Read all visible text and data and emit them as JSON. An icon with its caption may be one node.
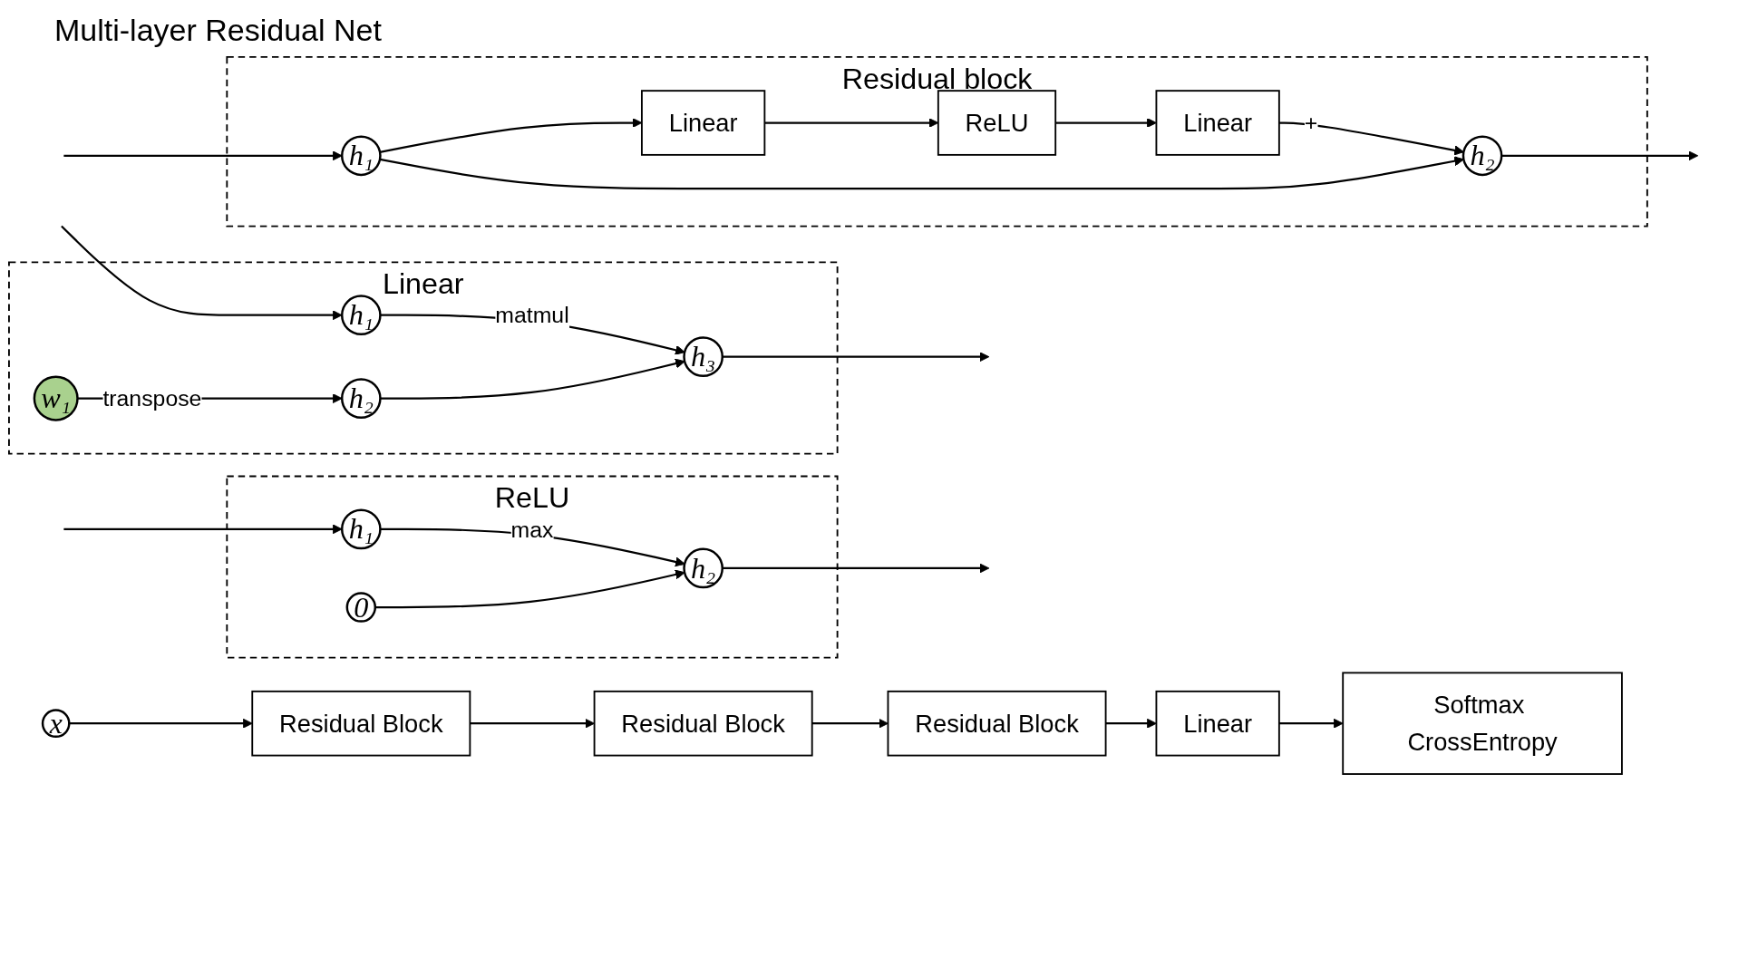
{
  "diagram": {
    "title": "Multi-layer Residual Net",
    "nodes": [
      {
        "text": [
          "x"
        ]
      },
      {
        "text": [
          "Residual Block"
        ]
      },
      {
        "text": [
          "Residual Block"
        ]
      },
      {
        "text": [
          "Residual Block"
        ]
      },
      {
        "text": [
          "Linear"
        ]
      },
      {
        "text": [
          "Softmax CrossEntropy"
        ]
      },
      {
        "text": [
          "Residual block"
        ]
      },
      {
        "text": [
          "h₁"
        ],
        "in": 6
      },
      {
        "text": [
          "Linear"
        ],
        "in": 6
      },
      {
        "text": [
          "ReLU"
        ],
        "in": 6
      },
      {
        "text": [
          "Linear"
        ],
        "in": 6
      },
      {
        "text": [
          "h₂"
        ],
        "in": 6
      },
      {
        "text": [
          "Linear"
        ]
      },
      {
        "text": [
          "h₁"
        ],
        "in": 12
      },
      {
        "text": [
          "h₃"
        ],
        "in": 12
      },
      {
        "text": [
          "w₁"
        ],
        "in": 12
      },
      {
        "text": [
          "h₂"
        ],
        "in": 12
      },
      {
        "text": [
          "ReLU"
        ]
      },
      {
        "text": [
          "h₁"
        ],
        "in": 17
      },
      {
        "text": [
          "h₂"
        ],
        "in": 17
      },
      {
        "text": [
          "0"
        ],
        "in": 17
      }
    ],
    "edges": [
      {
        "from": 0,
        "to": 1,
        "arrow": "to"
      },
      {
        "from": 1,
        "to": 2,
        "arrow": "to"
      },
      {
        "from": 2,
        "to": 3,
        "arrow": "to"
      },
      {
        "from": 3,
        "to": 4,
        "arrow": "to"
      },
      {
        "from": 4,
        "to": 5,
        "arrow": "to"
      },
      {
        "from": null,
        "to": 7,
        "arrow": "to"
      },
      {
        "from": 7,
        "to": 8,
        "arrow": "to"
      },
      {
        "from": 8,
        "to": 9,
        "arrow": "to"
      },
      {
        "from": 9,
        "to": 10,
        "arrow": "to"
      },
      {
        "from": 10,
        "to": 11,
        "arrow": "to",
        "label": "+"
      },
      {
        "from": 7,
        "to": 11,
        "arrow": "to"
      },
      {
        "from": 11,
        "to": null,
        "arrow": "to"
      },
      {
        "from": null,
        "to": 13,
        "arrow": "to"
      },
      {
        "from": 13,
        "to": 14,
        "arrow": "to",
        "label": "matmul"
      },
      {
        "from": 15,
        "to": 16,
        "arrow": "to",
        "label": "transpose"
      },
      {
        "from": 16,
        "to": 14,
        "arrow": "to"
      },
      {
        "from": 14,
        "to": null,
        "arrow": "to"
      },
      {
        "from": null,
        "to": 18,
        "arrow": "to"
      },
      {
        "from": 18,
        "to": 19,
        "arrow": "to",
        "label": "max"
      },
      {
        "from": 20,
        "to": 19,
        "arrow": "to"
      },
      {
        "from": 19,
        "to": null,
        "arrow": "to"
      }
    ]
  }
}
